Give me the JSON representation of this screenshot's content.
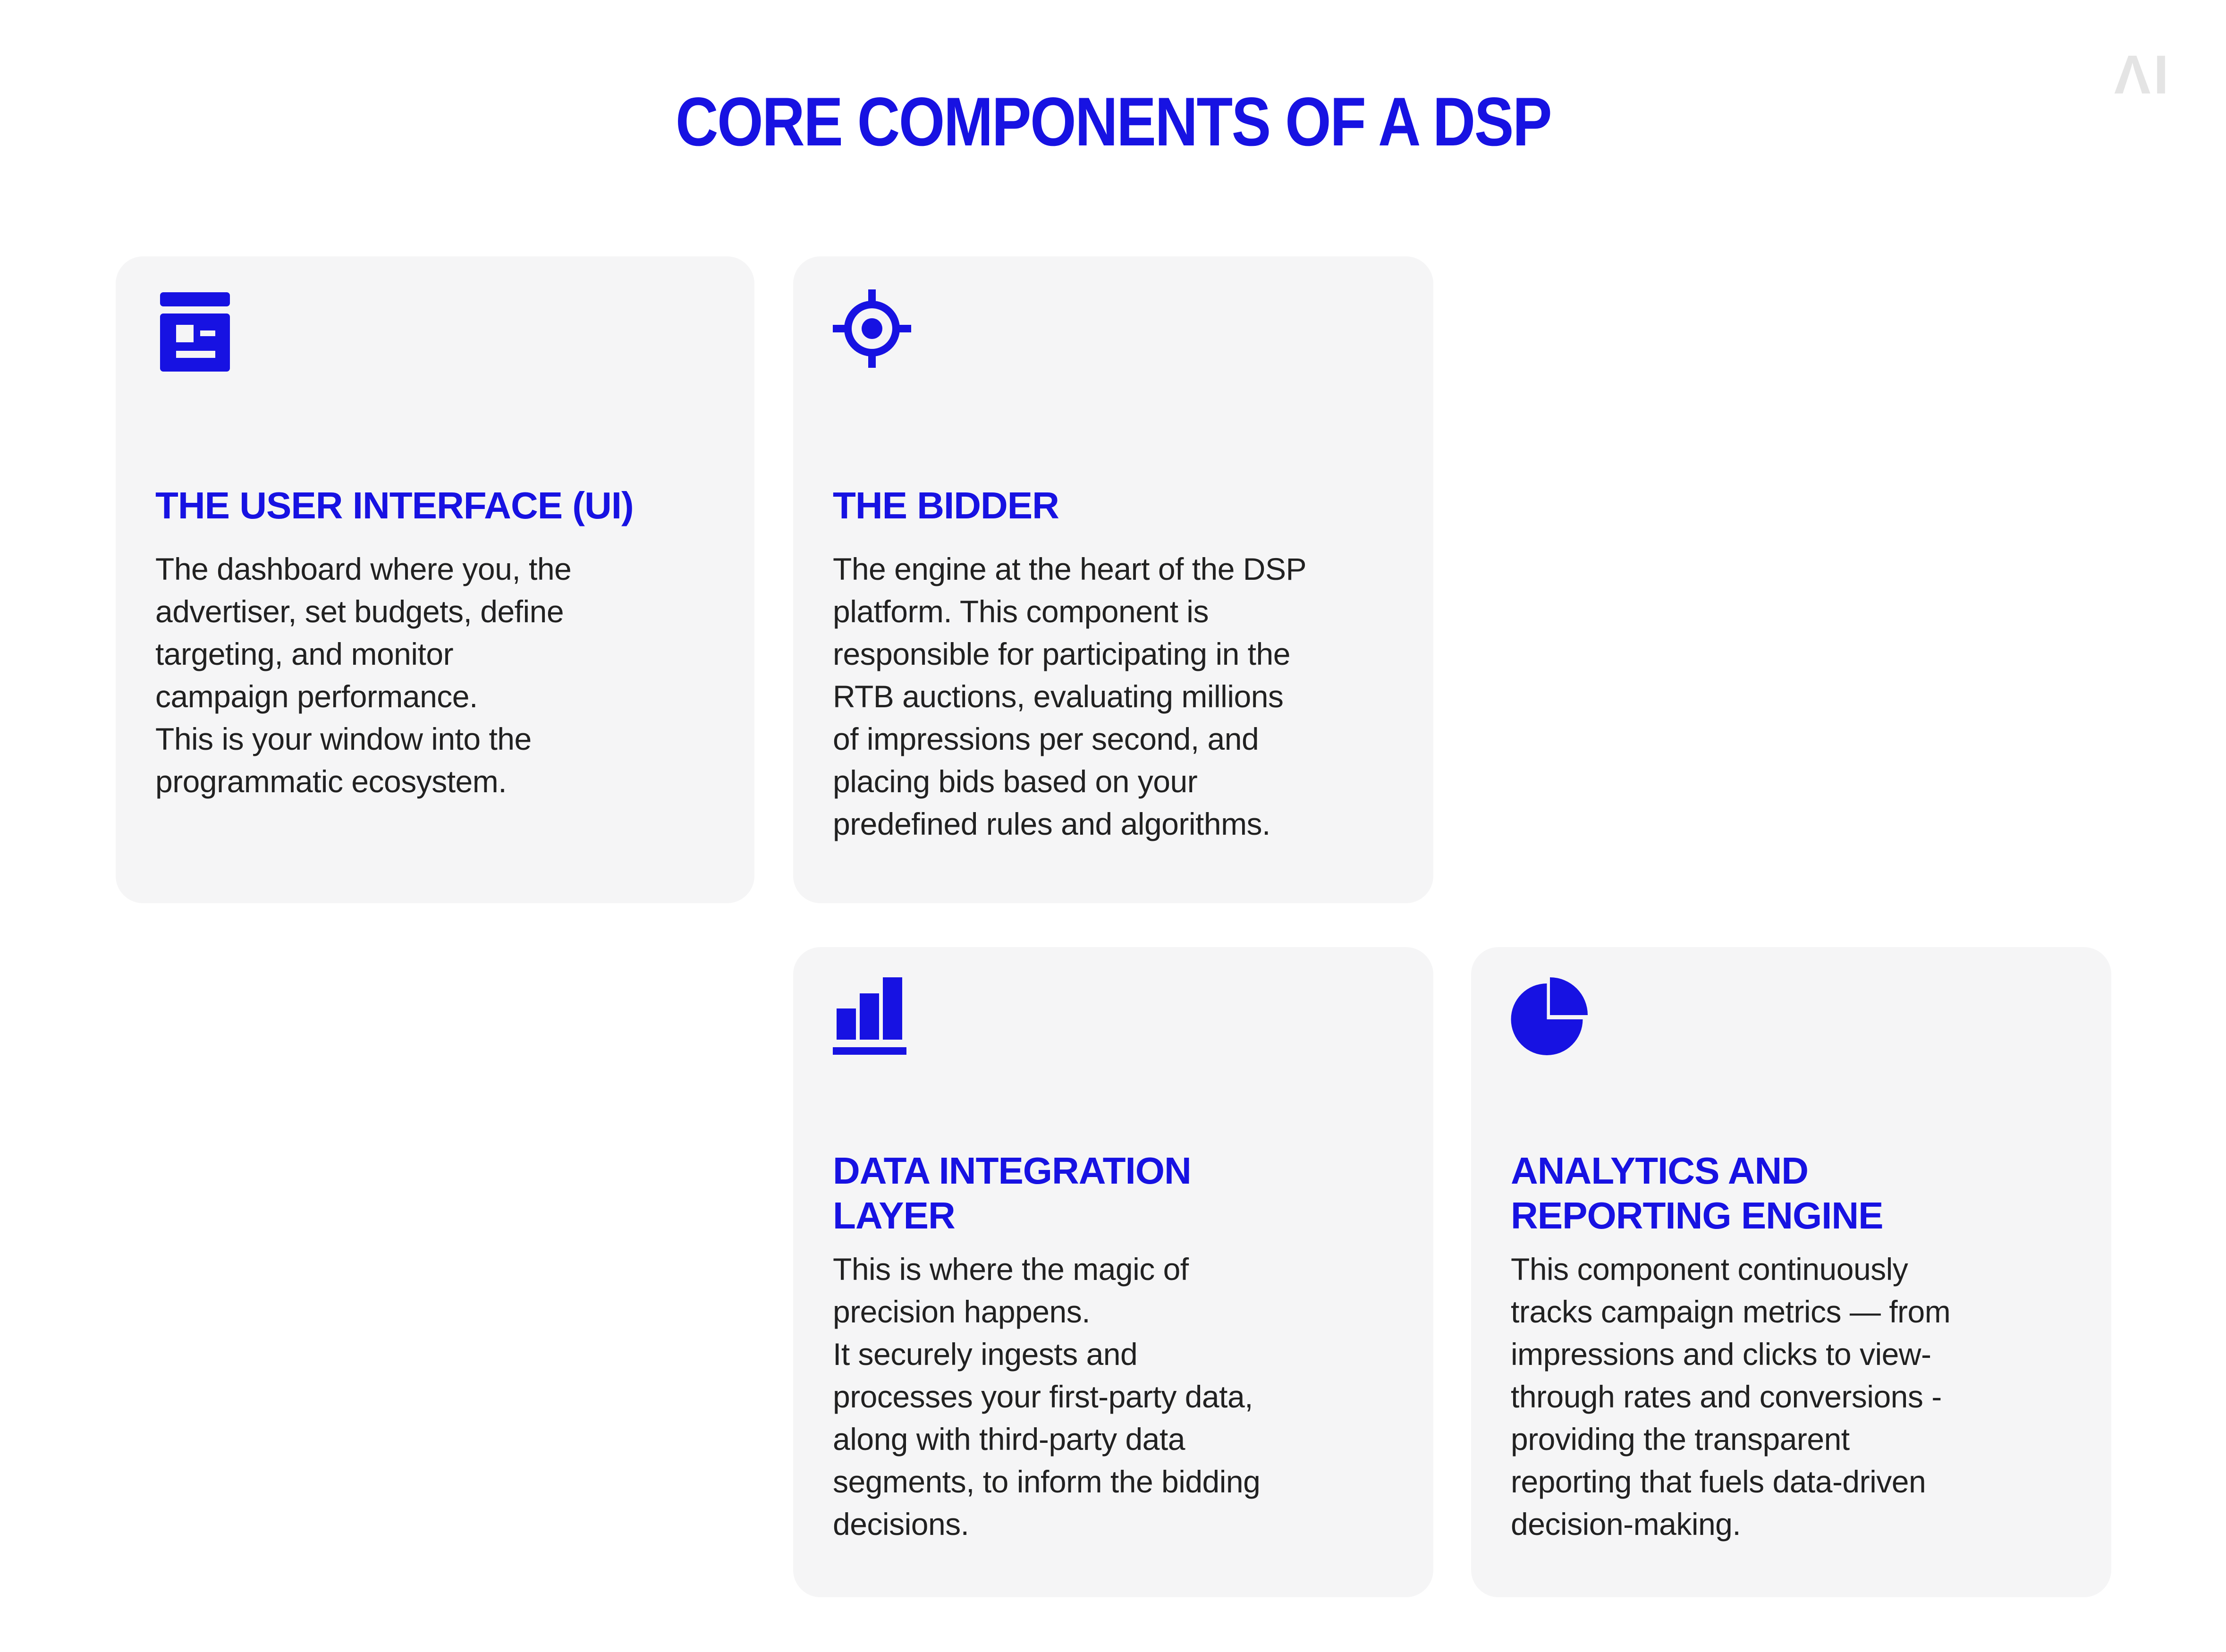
{
  "page": {
    "background_color": "#ffffff",
    "accent_color": "#1712e2",
    "card_background_color": "#f5f5f6",
    "body_text_color": "#212121",
    "logo_color": "#e4e4e4"
  },
  "header": {
    "title": "CORE COMPONENTS OF A DSP",
    "logo_text": "ΛI"
  },
  "cards": [
    {
      "icon": "dashboard-icon",
      "title": "THE USER INTERFACE (UI)",
      "body": "The dashboard where you, the\nadvertiser, set budgets, define\ntargeting, and monitor\ncampaign performance.\nThis is your window into the\nprogrammatic ecosystem."
    },
    {
      "icon": "target-icon",
      "title": "THE BIDDER",
      "body": "The engine at the heart of the DSP\nplatform. This component is\nresponsible for participating in the\nRTB auctions, evaluating millions\nof impressions per second, and\nplacing bids based on your\npredefined rules and algorithms."
    },
    {
      "icon": "bar-chart-icon",
      "title": "DATA INTEGRATION\nLAYER",
      "body": "This is where the magic of\nprecision happens.\nIt securely ingests and\nprocesses your first-party data,\nalong with third-party data\nsegments, to inform the bidding\ndecisions."
    },
    {
      "icon": "pie-chart-icon",
      "title": "ANALYTICS AND\nREPORTING ENGINE",
      "body": "This component continuously\ntracks campaign metrics — from\nimpressions and clicks to view-\nthrough rates and conversions -\nproviding the transparent\nreporting that fuels data-driven\ndecision-making."
    }
  ]
}
